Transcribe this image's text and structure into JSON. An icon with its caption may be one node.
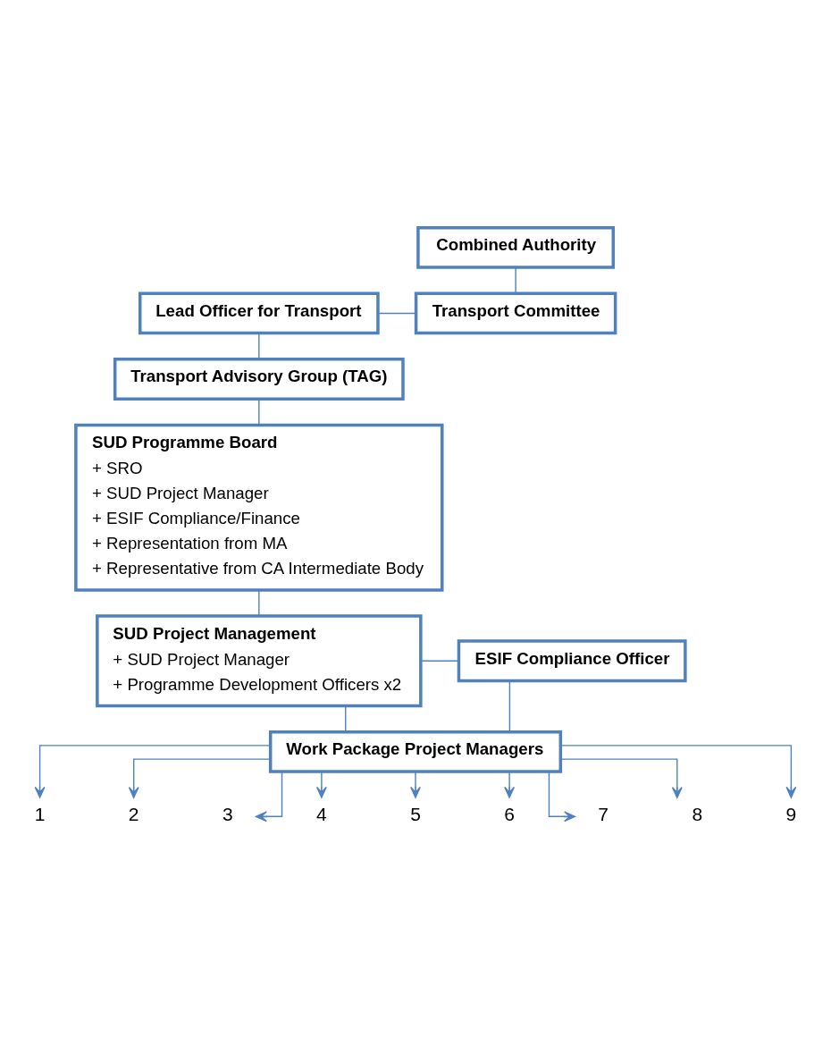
{
  "diagram": {
    "nodes": [
      {
        "text": [
          "Combined Authority"
        ]
      },
      {
        "text": [
          "Lead Officer for Transport"
        ]
      },
      {
        "text": [
          "Transport Committee"
        ]
      },
      {
        "text": [
          "Transport Advisory Group (TAG)"
        ]
      },
      {
        "text": [
          "SUD Programme Board",
          "+ SRO",
          "+ SUD Project Manager",
          "+ ESIF Compliance/Finance",
          "+ Representation from MA",
          "+ Representative from CA Intermediate Body"
        ]
      },
      {
        "text": [
          "SUD Project Management",
          "+ SUD Project Manager",
          "+ Programme Development Officers x2"
        ]
      },
      {
        "text": [
          "ESIF Compliance Officer"
        ]
      },
      {
        "text": [
          "Work Package Project Managers"
        ]
      },
      {
        "text": [
          "1"
        ]
      },
      {
        "text": [
          "2"
        ]
      },
      {
        "text": [
          "3"
        ]
      },
      {
        "text": [
          "4"
        ]
      },
      {
        "text": [
          "5"
        ]
      },
      {
        "text": [
          "6"
        ]
      },
      {
        "text": [
          "7"
        ]
      },
      {
        "text": [
          "8"
        ]
      },
      {
        "text": [
          "9"
        ]
      }
    ],
    "edges": [
      {
        "from": 0,
        "to": 2,
        "arrow": "none"
      },
      {
        "from": 1,
        "to": 2,
        "arrow": "none"
      },
      {
        "from": 1,
        "to": 3,
        "arrow": "none"
      },
      {
        "from": 3,
        "to": 4,
        "arrow": "none"
      },
      {
        "from": 4,
        "to": 5,
        "arrow": "none"
      },
      {
        "from": 5,
        "to": 6,
        "arrow": "none"
      },
      {
        "from": 5,
        "to": 7,
        "arrow": "none"
      },
      {
        "from": 6,
        "to": 7,
        "arrow": "none"
      },
      {
        "from": 7,
        "to": 8,
        "arrow": "to"
      },
      {
        "from": 7,
        "to": 9,
        "arrow": "to"
      },
      {
        "from": 7,
        "to": 10,
        "arrow": "to"
      },
      {
        "from": 7,
        "to": 11,
        "arrow": "to"
      },
      {
        "from": 7,
        "to": 12,
        "arrow": "to"
      },
      {
        "from": 7,
        "to": 13,
        "arrow": "to"
      },
      {
        "from": 7,
        "to": 14,
        "arrow": "to"
      },
      {
        "from": 7,
        "to": 15,
        "arrow": "to"
      },
      {
        "from": 7,
        "to": 16,
        "arrow": "to"
      }
    ]
  }
}
